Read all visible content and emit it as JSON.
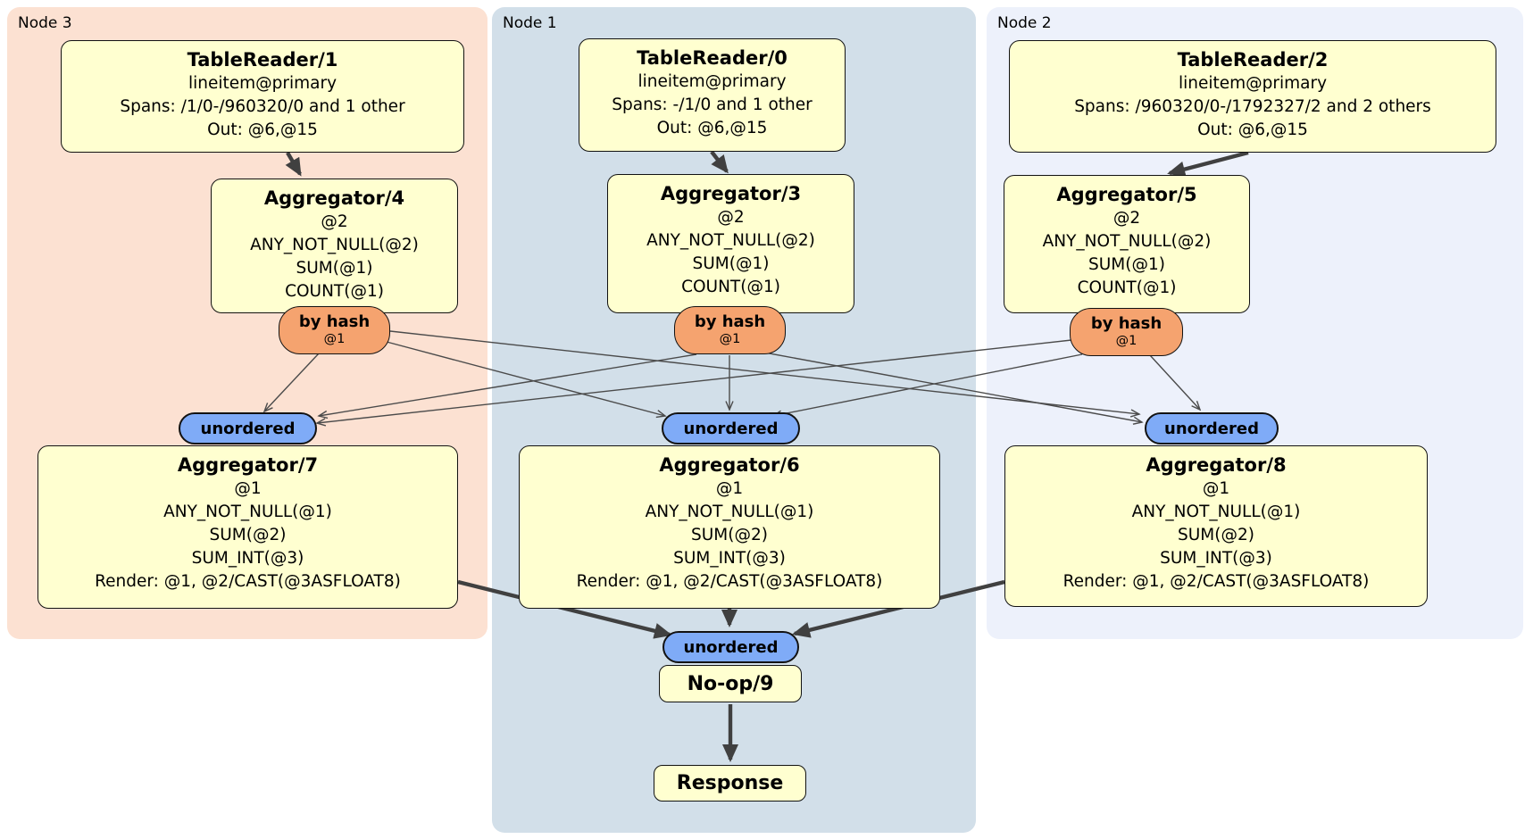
{
  "diagram": {
    "regions": {
      "node3": {
        "label": "Node 3",
        "bg": "#fce1d2"
      },
      "node1": {
        "label": "Node 1",
        "bg": "#d2dfe9"
      },
      "node2": {
        "label": "Node 2",
        "bg": "#edf1fb"
      }
    },
    "colors": {
      "processor_fill": "#ffffd0",
      "hash_router_fill": "#f5a36f",
      "stream_fill": "#7fabf7",
      "thick_edge": "#404040",
      "thin_edge": "#4b4b4b"
    },
    "processors": {
      "tr1": {
        "title": "TableReader/1",
        "lines": [
          "lineitem@primary",
          "Spans: /1/0-/960320/0 and 1 other",
          "Out: @6,@15"
        ]
      },
      "tr0": {
        "title": "TableReader/0",
        "lines": [
          "lineitem@primary",
          "Spans: -/1/0 and 1 other",
          "Out: @6,@15"
        ]
      },
      "tr2": {
        "title": "TableReader/2",
        "lines": [
          "lineitem@primary",
          "Spans: /960320/0-/1792327/2 and 2 others",
          "Out: @6,@15"
        ]
      },
      "agg4": {
        "title": "Aggregator/4",
        "lines": [
          "@2",
          "ANY_NOT_NULL(@2)",
          "SUM(@1)",
          "COUNT(@1)"
        ]
      },
      "agg3": {
        "title": "Aggregator/3",
        "lines": [
          "@2",
          "ANY_NOT_NULL(@2)",
          "SUM(@1)",
          "COUNT(@1)"
        ]
      },
      "agg5": {
        "title": "Aggregator/5",
        "lines": [
          "@2",
          "ANY_NOT_NULL(@2)",
          "SUM(@1)",
          "COUNT(@1)"
        ]
      },
      "agg7": {
        "title": "Aggregator/7",
        "lines": [
          "@1",
          "ANY_NOT_NULL(@1)",
          "SUM(@2)",
          "SUM_INT(@3)",
          "Render: @1, @2/CAST(@3ASFLOAT8)"
        ]
      },
      "agg6": {
        "title": "Aggregator/6",
        "lines": [
          "@1",
          "ANY_NOT_NULL(@1)",
          "SUM(@2)",
          "SUM_INT(@3)",
          "Render: @1, @2/CAST(@3ASFLOAT8)"
        ]
      },
      "agg8": {
        "title": "Aggregator/8",
        "lines": [
          "@1",
          "ANY_NOT_NULL(@1)",
          "SUM(@2)",
          "SUM_INT(@3)",
          "Render: @1, @2/CAST(@3ASFLOAT8)"
        ]
      },
      "noop": {
        "title": "No-op/9"
      },
      "response": {
        "title": "Response"
      }
    },
    "routers": {
      "hash_label": "by hash",
      "hash_key": "@1",
      "unordered_label": "unordered"
    }
  }
}
